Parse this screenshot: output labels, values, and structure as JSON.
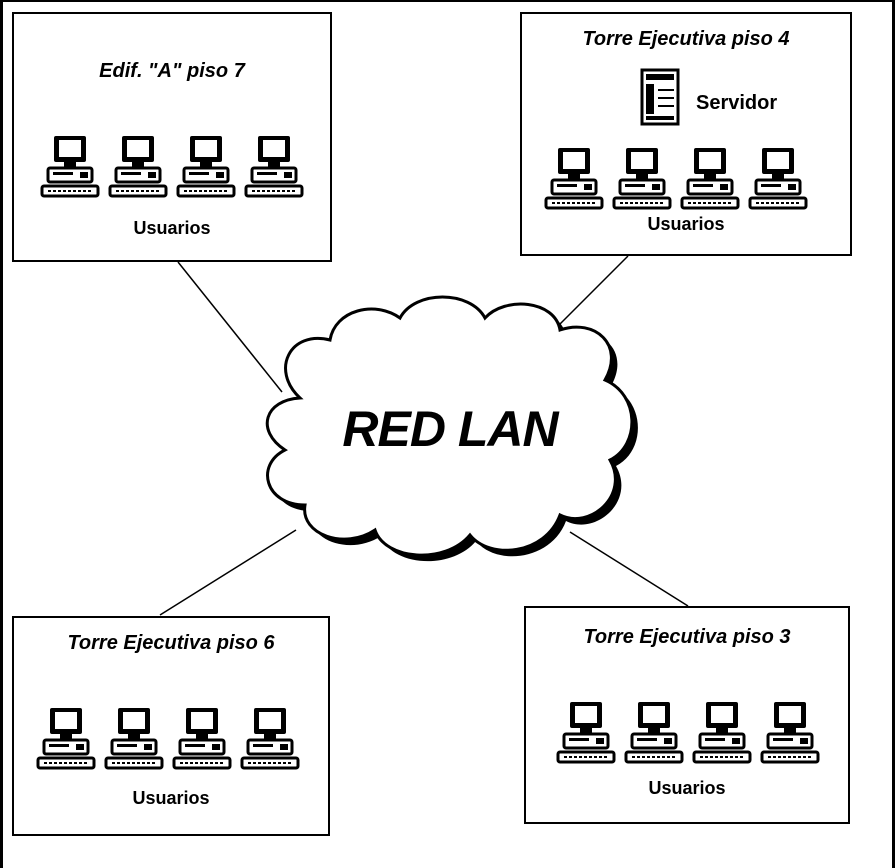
{
  "network": {
    "label": "RED LAN"
  },
  "boxes": [
    {
      "title": "Edif. \"A\" piso 7",
      "users_label": "Usuarios"
    },
    {
      "title": "Torre Ejecutiva piso 4",
      "users_label": "Usuarios",
      "server_label": "Servidor"
    },
    {
      "title": "Torre Ejecutiva piso 6",
      "users_label": "Usuarios"
    },
    {
      "title": "Torre Ejecutiva piso 3",
      "users_label": "Usuarios"
    }
  ]
}
